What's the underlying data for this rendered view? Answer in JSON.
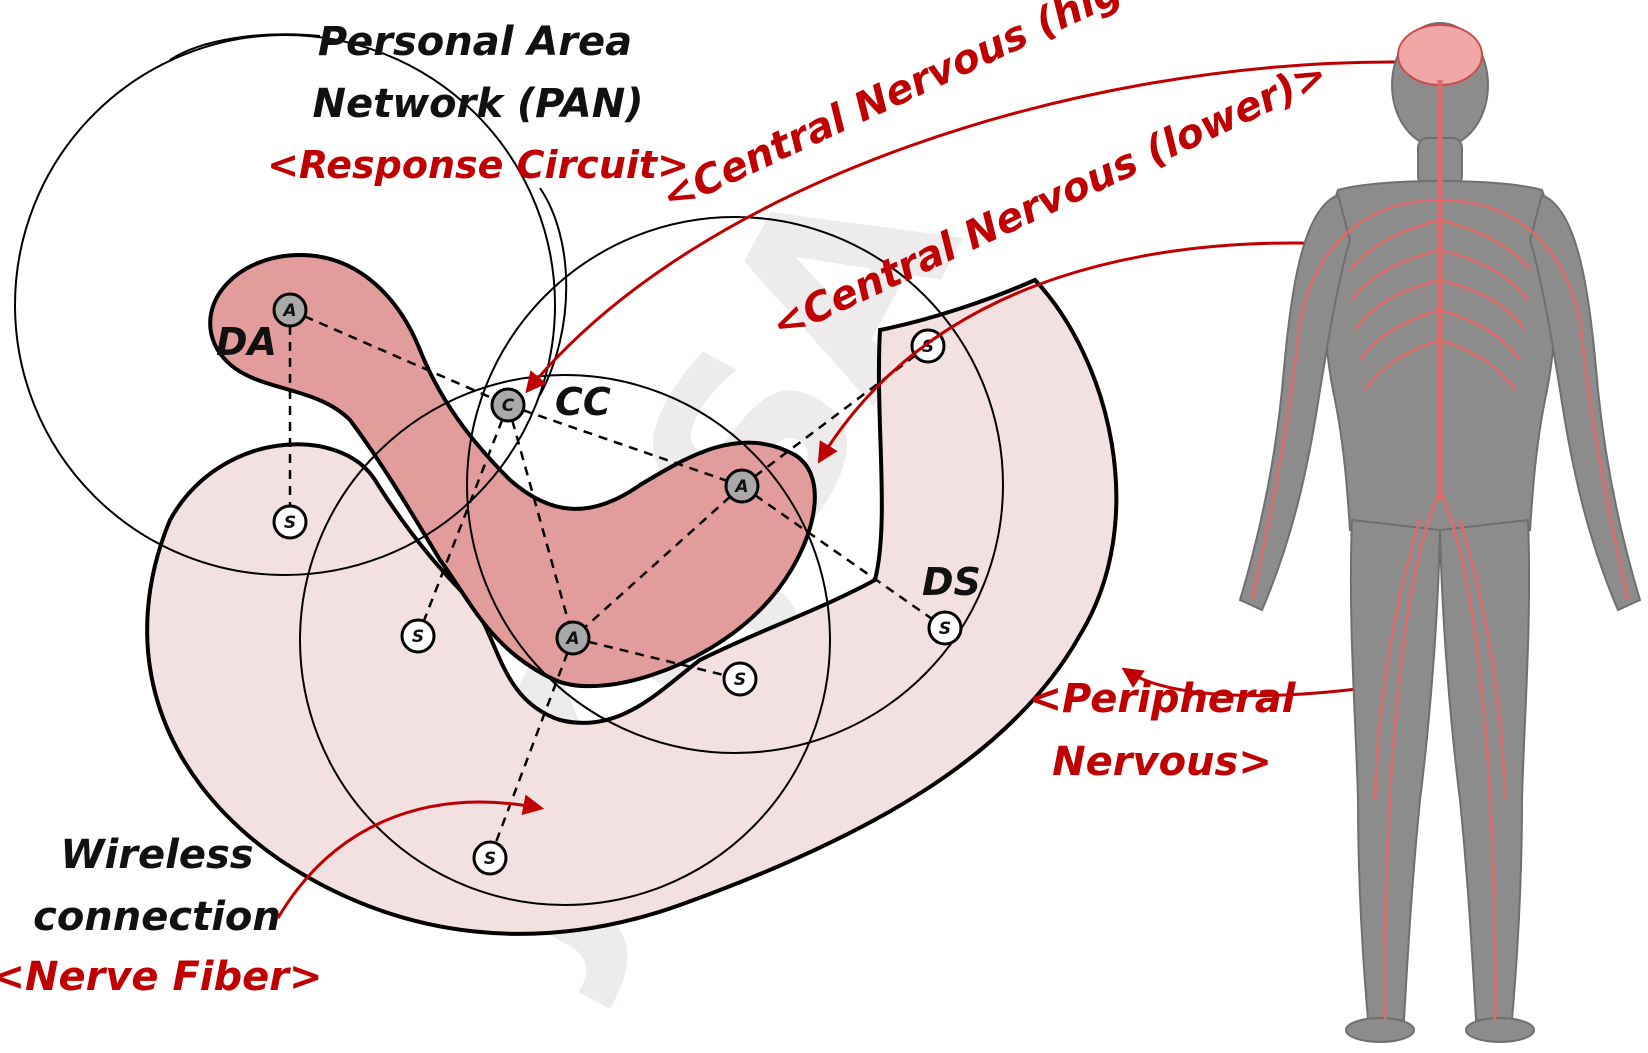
{
  "labels": {
    "pan_line1": "Personal Area",
    "pan_line2": "Network (PAN)",
    "response_circuit": "<Response Circuit>",
    "central_higher": "<Central Nervous (higher)>",
    "central_lower": "<Central Nervous (lower)>",
    "da": "DA",
    "cc": "CC",
    "ds": "DS",
    "peripheral_line1": "<Peripheral",
    "peripheral_line2": "Nervous>",
    "wireless_line1": "Wireless",
    "wireless_line2": "connection",
    "nerve_fiber": "<Nerve Fiber>"
  },
  "nodes": {
    "a1": "A",
    "a2": "A",
    "a3": "A",
    "c": "C",
    "s1": "S",
    "s2": "S",
    "s3": "S",
    "s4": "S",
    "s5": "S",
    "s6": "S"
  },
  "watermark": "JZJJSA",
  "colors": {
    "accent_red": "#c00000",
    "da_fill": "#e39c9c",
    "ds_fill": "#f3e1e1",
    "body_gray": "#8c8c8c",
    "nerve_red": "#e36a6a"
  }
}
